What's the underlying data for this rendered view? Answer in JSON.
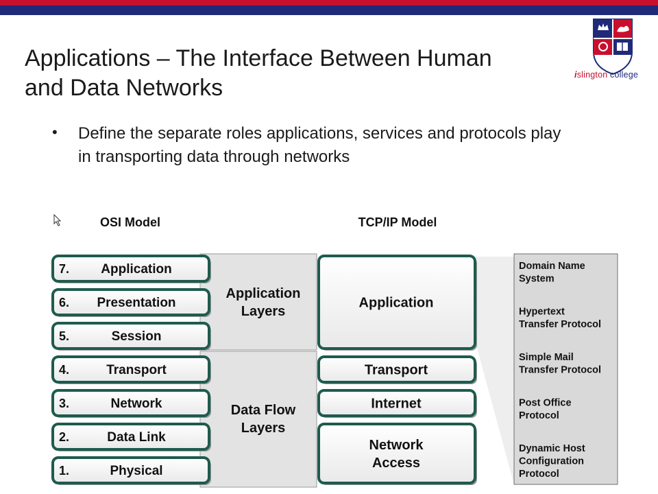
{
  "slide": {
    "title_line1": "Applications – The Interface Between Human",
    "title_line2": "and Data Networks",
    "bullet": "Define the separate roles applications, services and protocols play in transporting data through networks"
  },
  "logo": {
    "text_prefix": "i",
    "text_red": "slington",
    "text_blue": " college"
  },
  "diagram": {
    "osi_heading": "OSI Model",
    "tcpip_heading": "TCP/IP Model",
    "osi_layers": [
      {
        "num": "7.",
        "name": "Application"
      },
      {
        "num": "6.",
        "name": "Presentation"
      },
      {
        "num": "5.",
        "name": "Session"
      },
      {
        "num": "4.",
        "name": "Transport"
      },
      {
        "num": "3.",
        "name": "Network"
      },
      {
        "num": "2.",
        "name": "Data Link"
      },
      {
        "num": "1.",
        "name": "Physical"
      }
    ],
    "group_application": [
      "Application",
      "Layers"
    ],
    "group_dataflow": [
      "Data Flow",
      "Layers"
    ],
    "tcpip_layers": [
      {
        "lines": [
          "Application"
        ]
      },
      {
        "lines": [
          "Transport"
        ]
      },
      {
        "lines": [
          "Internet"
        ]
      },
      {
        "lines": [
          "Network",
          "Access"
        ]
      }
    ],
    "protocols": [
      [
        "Domain Name",
        "System"
      ],
      [
        "Hypertext",
        "Transfer Protocol"
      ],
      [
        "Simple Mail",
        "Transfer Protocol"
      ],
      [
        "Post Office",
        "Protocol"
      ],
      [
        "Dynamic Host",
        "Configuration",
        "Protocol"
      ]
    ],
    "colors": {
      "box_border": "#1e5b4e",
      "gray_fill": "#e3e3e3",
      "panel_fill": "#d9d9d9"
    }
  }
}
